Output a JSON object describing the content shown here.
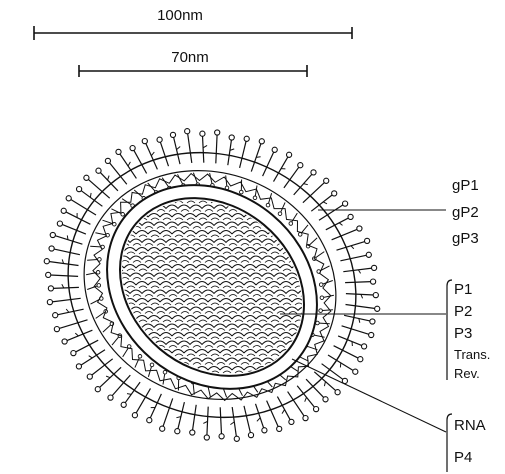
{
  "scale_bars": {
    "outer": "100nm",
    "inner": "70nm"
  },
  "envelope_proteins": [
    "gP1",
    "gP2",
    "gP3"
  ],
  "core_proteins": [
    "P1",
    "P2",
    "P3",
    "Trans.",
    "Rev."
  ],
  "nucleic_acid": [
    "RNA",
    "P4"
  ],
  "colors": {
    "ink": "#111111",
    "background": "#ffffff"
  }
}
